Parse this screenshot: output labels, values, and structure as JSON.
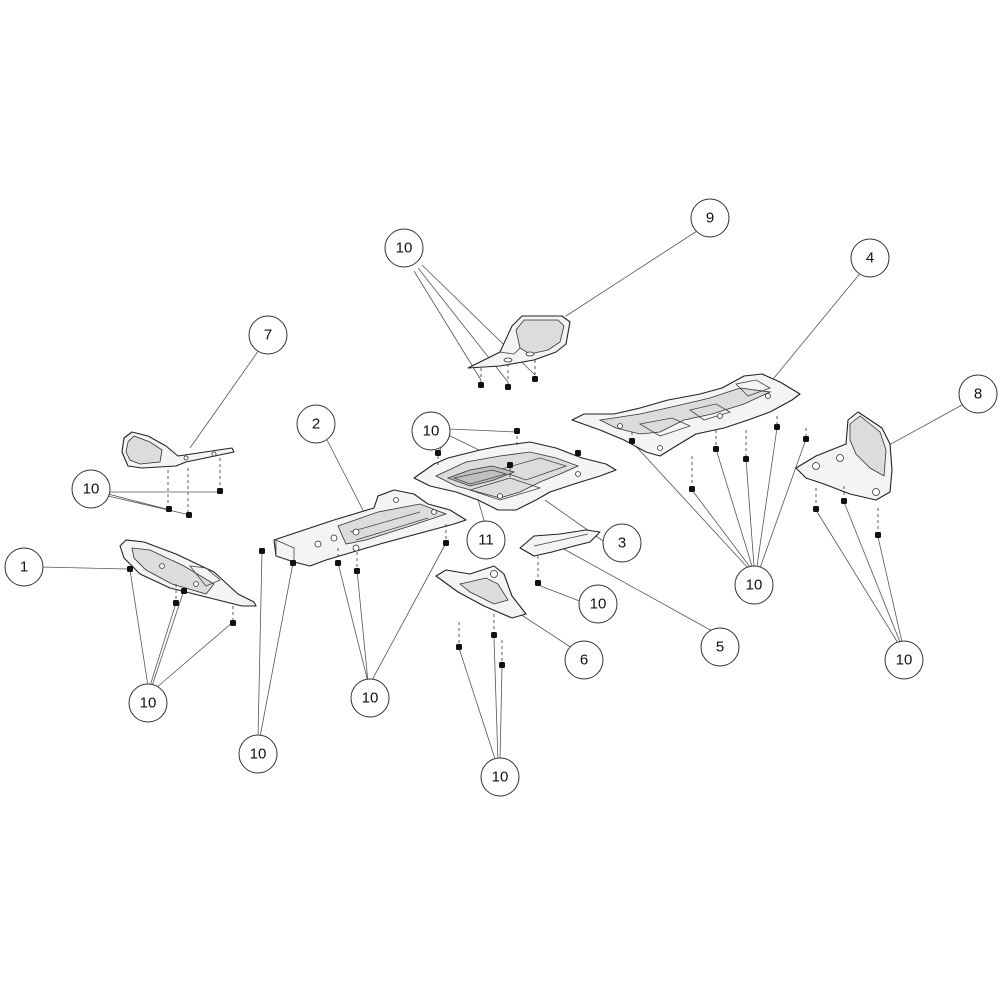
{
  "callouts": [
    {
      "id": "c1",
      "label": "1"
    },
    {
      "id": "c2",
      "label": "2"
    },
    {
      "id": "c3",
      "label": "3"
    },
    {
      "id": "c4",
      "label": "4"
    },
    {
      "id": "c5",
      "label": "5"
    },
    {
      "id": "c6",
      "label": "6"
    },
    {
      "id": "c7",
      "label": "7"
    },
    {
      "id": "c8",
      "label": "8"
    },
    {
      "id": "c9",
      "label": "9"
    },
    {
      "id": "c10a",
      "label": "10"
    },
    {
      "id": "c10b",
      "label": "10"
    },
    {
      "id": "c10c",
      "label": "10"
    },
    {
      "id": "c10d",
      "label": "10"
    },
    {
      "id": "c10e",
      "label": "10"
    },
    {
      "id": "c10f",
      "label": "10"
    },
    {
      "id": "c10g",
      "label": "10"
    },
    {
      "id": "c10h",
      "label": "10"
    },
    {
      "id": "c10i",
      "label": "10"
    },
    {
      "id": "c10j",
      "label": "10"
    },
    {
      "id": "c11",
      "label": "11"
    }
  ]
}
